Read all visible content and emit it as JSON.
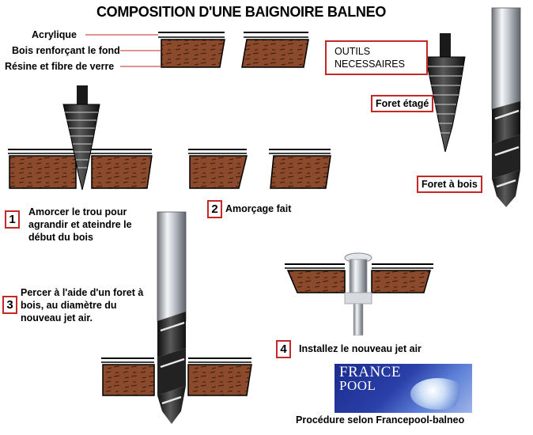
{
  "title": "COMPOSITION D'UNE BAIGNOIRE BALNEO",
  "layers": {
    "acrylique": "Acrylique",
    "bois": "Bois renforçant le fond",
    "resine": "Résine et fibre de verre"
  },
  "tools": {
    "heading_line1": "OUTILS",
    "heading_line2": "NECESSAIRES",
    "step_drill": "Foret étagé",
    "wood_drill": "Foret à bois"
  },
  "steps": [
    {
      "number": "1",
      "text_lines": [
        "Amorcer le trou pour",
        "agrandir et ateindre le",
        "début du bois"
      ]
    },
    {
      "number": "2",
      "text_lines": [
        "Amorçage fait"
      ]
    },
    {
      "number": "3",
      "text_lines": [
        "Percer à l'aide d'un foret à",
        "bois, au diamètre du",
        "nouveau jet air."
      ]
    },
    {
      "number": "4",
      "text_lines": [
        "Installez le nouveau jet air"
      ]
    }
  ],
  "logo": {
    "line1": "FRANCE",
    "line2": "POOL"
  },
  "credit": "Procédure selon Francepool-balneo",
  "colors": {
    "wood": "#8b4a2b",
    "highlight": "#c62828",
    "steel": "#9aa0a8"
  }
}
